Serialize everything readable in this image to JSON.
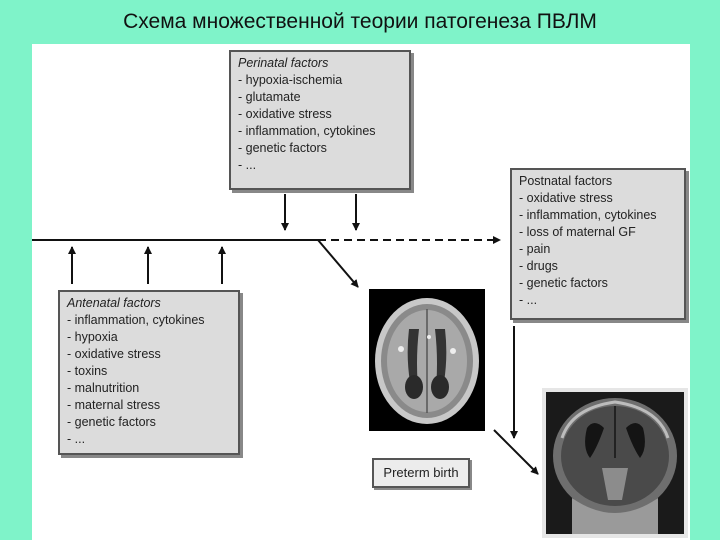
{
  "slide": {
    "title": "Схема множественной теории патогенеза ПВЛМ"
  },
  "perinatal": {
    "heading": "Perinatal factors",
    "items": [
      "hypoxia-ischemia",
      "glutamate",
      "oxidative stress",
      "inflammation, cytokines",
      "genetic factors",
      "..."
    ]
  },
  "postnatal": {
    "heading": "Postnatal factors",
    "items": [
      "oxidative stress",
      "inflammation, cytokines",
      "loss of maternal GF",
      "pain",
      "drugs",
      "genetic factors",
      "..."
    ]
  },
  "antenatal": {
    "heading": "Antenatal factors",
    "items": [
      "inflammation, cytokines",
      "hypoxia",
      "oxidative stress",
      "toxins",
      "malnutrition",
      "maternal stress",
      "genetic factors",
      "..."
    ]
  },
  "preterm": {
    "label": "Preterm birth"
  },
  "colors": {
    "background": "#7ff3c9",
    "box_fill": "#dcdcdc",
    "line": "#111111"
  }
}
